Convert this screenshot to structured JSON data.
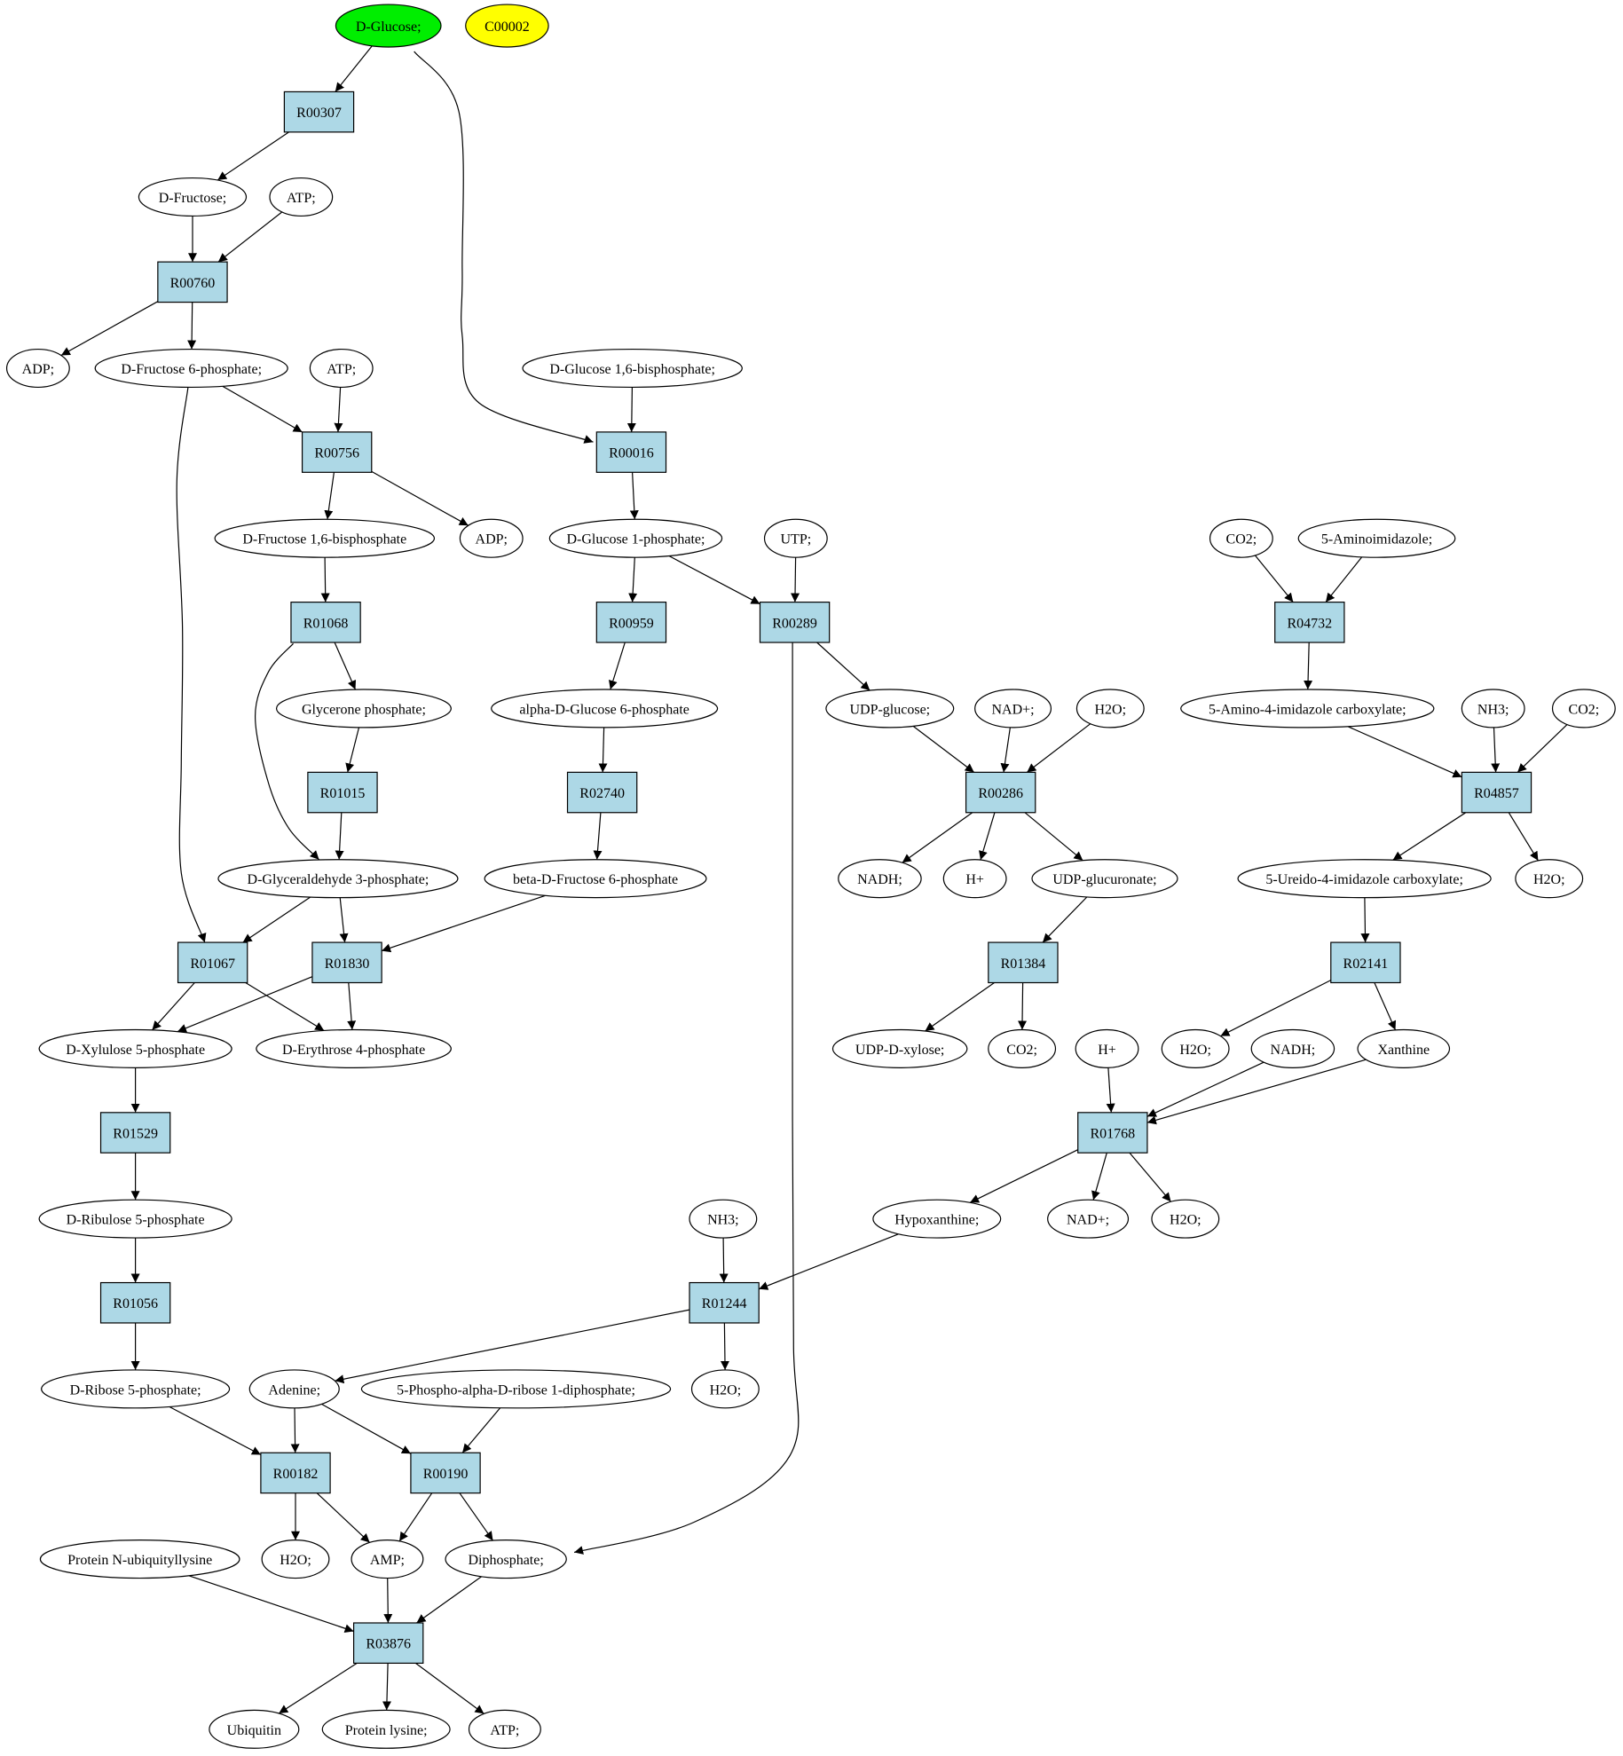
{
  "compounds": {
    "c1": {
      "label": "D-Glucose;",
      "fill": "#00ee00"
    },
    "c2": {
      "label": "C00002",
      "fill": "#ffff00"
    },
    "c3": {
      "label": "D-Fructose;"
    },
    "c4": {
      "label": "ATP;"
    },
    "c5": {
      "label": "ADP;"
    },
    "c6": {
      "label": "D-Fructose 6-phosphate;"
    },
    "c7": {
      "label": "ATP;"
    },
    "c8": {
      "label": "D-Glucose 1,6-bisphosphate;"
    },
    "c9": {
      "label": "D-Fructose 1,6-bisphosphate"
    },
    "c10": {
      "label": "ADP;"
    },
    "c11": {
      "label": "D-Glucose 1-phosphate;"
    },
    "c12": {
      "label": "UTP;"
    },
    "c13": {
      "label": "CO2;"
    },
    "c14": {
      "label": "5-Aminoimidazole;"
    },
    "c15": {
      "label": "Glycerone phosphate;"
    },
    "c16": {
      "label": "alpha-D-Glucose 6-phosphate"
    },
    "c17": {
      "label": "UDP-glucose;"
    },
    "c18": {
      "label": "NAD+;"
    },
    "c19": {
      "label": "H2O;"
    },
    "c20": {
      "label": "5-Amino-4-imidazole carboxylate;"
    },
    "c21": {
      "label": "NH3;"
    },
    "c22": {
      "label": "CO2;"
    },
    "c23": {
      "label": "D-Glyceraldehyde 3-phosphate;"
    },
    "c24": {
      "label": "beta-D-Fructose 6-phosphate"
    },
    "c25": {
      "label": "NADH;"
    },
    "c26": {
      "label": "H+"
    },
    "c27": {
      "label": "UDP-glucuronate;"
    },
    "c28": {
      "label": "5-Ureido-4-imidazole carboxylate;"
    },
    "c29": {
      "label": "H2O;"
    },
    "c30": {
      "label": "D-Xylulose 5-phosphate"
    },
    "c31": {
      "label": "D-Erythrose 4-phosphate"
    },
    "c32": {
      "label": "UDP-D-xylose;"
    },
    "c33": {
      "label": "CO2;"
    },
    "c34": {
      "label": "H+"
    },
    "c35": {
      "label": "H2O;"
    },
    "c36": {
      "label": "NADH;"
    },
    "c37": {
      "label": "Xanthine"
    },
    "c38": {
      "label": "D-Ribulose 5-phosphate"
    },
    "c39": {
      "label": "NH3;"
    },
    "c40": {
      "label": "Hypoxanthine;"
    },
    "c41": {
      "label": "NAD+;"
    },
    "c42": {
      "label": "H2O;"
    },
    "c43": {
      "label": "D-Ribose 5-phosphate;"
    },
    "c44": {
      "label": "Adenine;"
    },
    "c45": {
      "label": "5-Phospho-alpha-D-ribose 1-diphosphate;"
    },
    "c46": {
      "label": "H2O;"
    },
    "c47": {
      "label": "Protein N-ubiquityllysine"
    },
    "c48": {
      "label": "H2O;"
    },
    "c49": {
      "label": "AMP;"
    },
    "c50": {
      "label": "Diphosphate;"
    },
    "c51": {
      "label": "Ubiquitin"
    },
    "c52": {
      "label": "Protein lysine;"
    },
    "c53": {
      "label": "ATP;"
    }
  },
  "reactions": {
    "r1": {
      "label": "R00307",
      "fill": "#add8e6"
    },
    "r2": {
      "label": "R00760",
      "fill": "#add8e6"
    },
    "r3": {
      "label": "R00756",
      "fill": "#add8e6"
    },
    "r4": {
      "label": "R00016",
      "fill": "#add8e6"
    },
    "r5": {
      "label": "R01068",
      "fill": "#add8e6"
    },
    "r6": {
      "label": "R00959",
      "fill": "#add8e6"
    },
    "r7": {
      "label": "R00289",
      "fill": "#add8e6"
    },
    "r8": {
      "label": "R04732",
      "fill": "#add8e6"
    },
    "r9": {
      "label": "R01015",
      "fill": "#add8e6"
    },
    "r10": {
      "label": "R02740",
      "fill": "#add8e6"
    },
    "r11": {
      "label": "R00286",
      "fill": "#add8e6"
    },
    "r12": {
      "label": "R04857",
      "fill": "#add8e6"
    },
    "r13": {
      "label": "R01067",
      "fill": "#add8e6"
    },
    "r14": {
      "label": "R01830",
      "fill": "#add8e6"
    },
    "r15": {
      "label": "R01384",
      "fill": "#add8e6"
    },
    "r16": {
      "label": "R02141",
      "fill": "#add8e6"
    },
    "r17": {
      "label": "R01529",
      "fill": "#add8e6"
    },
    "r18": {
      "label": "R01768",
      "fill": "#add8e6"
    },
    "r19": {
      "label": "R01056",
      "fill": "#add8e6"
    },
    "r20": {
      "label": "R01244",
      "fill": "#add8e6"
    },
    "r21": {
      "label": "R00182",
      "fill": "#add8e6"
    },
    "r22": {
      "label": "R00190",
      "fill": "#add8e6"
    },
    "r23": {
      "label": "R03876",
      "fill": "#add8e6"
    }
  },
  "edges": [
    [
      "c1",
      "r1"
    ],
    [
      "r1",
      "c3"
    ],
    [
      "c1",
      "r4"
    ],
    [
      "c3",
      "r2"
    ],
    [
      "c4",
      "r2"
    ],
    [
      "r2",
      "c5"
    ],
    [
      "r2",
      "c6"
    ],
    [
      "c6",
      "r3"
    ],
    [
      "c7",
      "r3"
    ],
    [
      "r3",
      "c9"
    ],
    [
      "r3",
      "c10"
    ],
    [
      "c8",
      "r4"
    ],
    [
      "r4",
      "c11"
    ],
    [
      "c9",
      "r5"
    ],
    [
      "r5",
      "c15"
    ],
    [
      "r5",
      "c23"
    ],
    [
      "c15",
      "r9"
    ],
    [
      "r9",
      "c23"
    ],
    [
      "c11",
      "r6"
    ],
    [
      "c11",
      "r7"
    ],
    [
      "c12",
      "r7"
    ],
    [
      "r6",
      "c16"
    ],
    [
      "c16",
      "r10"
    ],
    [
      "r10",
      "c24"
    ],
    [
      "r7",
      "c17"
    ],
    [
      "r7",
      "c50"
    ],
    [
      "c17",
      "r11"
    ],
    [
      "c18",
      "r11"
    ],
    [
      "c19",
      "r11"
    ],
    [
      "r11",
      "c25"
    ],
    [
      "r11",
      "c26"
    ],
    [
      "r11",
      "c27"
    ],
    [
      "c27",
      "r15"
    ],
    [
      "r15",
      "c32"
    ],
    [
      "r15",
      "c33"
    ],
    [
      "c13",
      "r8"
    ],
    [
      "c14",
      "r8"
    ],
    [
      "r8",
      "c20"
    ],
    [
      "c20",
      "r12"
    ],
    [
      "c21",
      "r12"
    ],
    [
      "c22",
      "r12"
    ],
    [
      "r12",
      "c28"
    ],
    [
      "r12",
      "c29"
    ],
    [
      "c28",
      "r16"
    ],
    [
      "r16",
      "c35"
    ],
    [
      "r16",
      "c37"
    ],
    [
      "c34",
      "r18"
    ],
    [
      "c36",
      "r18"
    ],
    [
      "c37",
      "r18"
    ],
    [
      "r18",
      "c40"
    ],
    [
      "r18",
      "c41"
    ],
    [
      "r18",
      "c42"
    ],
    [
      "c6",
      "r13"
    ],
    [
      "c23",
      "r13"
    ],
    [
      "c23",
      "r14"
    ],
    [
      "c24",
      "r14"
    ],
    [
      "r13",
      "c30"
    ],
    [
      "r13",
      "c31"
    ],
    [
      "r14",
      "c30"
    ],
    [
      "r14",
      "c31"
    ],
    [
      "c30",
      "r17"
    ],
    [
      "r17",
      "c38"
    ],
    [
      "c38",
      "r19"
    ],
    [
      "r19",
      "c43"
    ],
    [
      "c39",
      "r20"
    ],
    [
      "c40",
      "r20"
    ],
    [
      "r20",
      "c44"
    ],
    [
      "r20",
      "c46"
    ],
    [
      "c43",
      "r21"
    ],
    [
      "c44",
      "r21"
    ],
    [
      "c44",
      "r22"
    ],
    [
      "c45",
      "r22"
    ],
    [
      "r21",
      "c48"
    ],
    [
      "r21",
      "c49"
    ],
    [
      "r22",
      "c49"
    ],
    [
      "r22",
      "c50"
    ],
    [
      "c47",
      "r23"
    ],
    [
      "c49",
      "r23"
    ],
    [
      "c50",
      "r23"
    ],
    [
      "r23",
      "c51"
    ],
    [
      "r23",
      "c52"
    ],
    [
      "r23",
      "c53"
    ]
  ]
}
